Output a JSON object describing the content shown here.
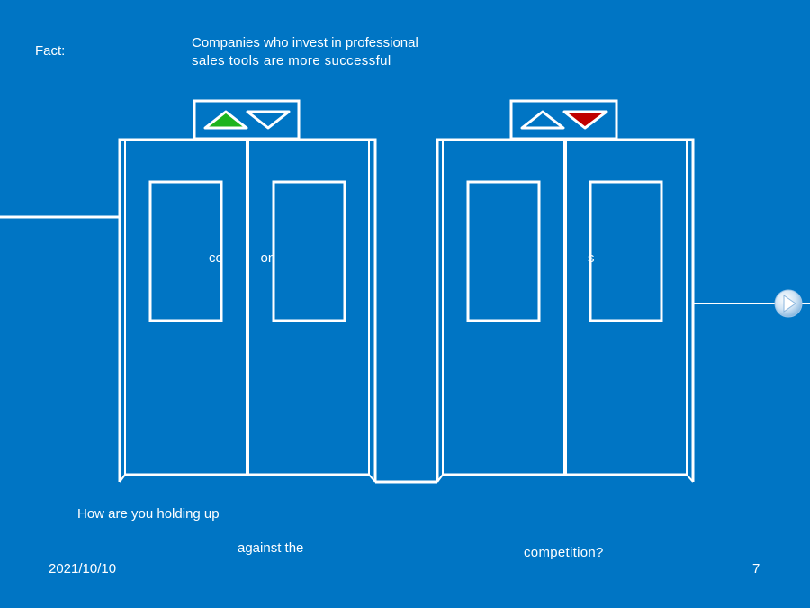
{
  "slide": {
    "fact_label": "Fact:",
    "headline_line1": "Companies who invest in professional",
    "headline_line2": "sales tools are more successful",
    "question_part1": "How are you holding up",
    "question_part2": "against the",
    "question_part3": "competition?",
    "date": "2021/10/10",
    "page_number": "7",
    "partial_word_left": "co          on",
    "partial_word_right": "s"
  },
  "elevators": {
    "left": {
      "up_arrow_color": "#1db31d",
      "down_arrow_color": "none"
    },
    "right": {
      "up_arrow_color": "none",
      "down_arrow_color": "#c00000"
    }
  },
  "colors": {
    "background": "#0075c4",
    "stroke": "#ffffff"
  },
  "icons": {
    "next": "play-next-icon"
  }
}
